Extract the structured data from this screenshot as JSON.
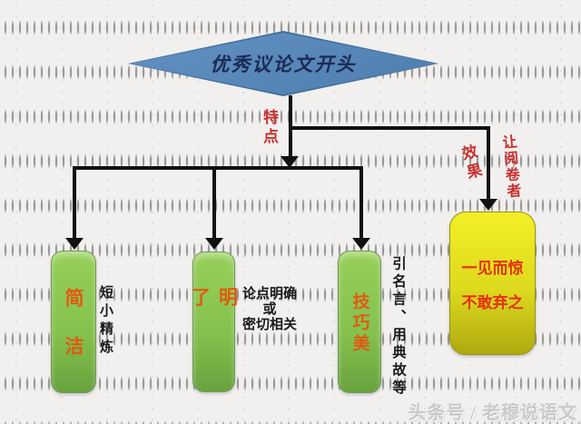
{
  "colors": {
    "background": "#f1f0ee",
    "grid_dot": "#9a9a9a",
    "line": "#111111",
    "diamond_fill_top": "#6391c3",
    "diamond_fill_bottom": "#4d7dae",
    "diamond_border": "#3e6f9e",
    "diamond_text": "#1b2b55",
    "green_top": "#97d05a",
    "green_bottom": "#68a23e",
    "green_border": "#75975a",
    "green_text": "#e05a10",
    "yellow_top": "#f3ef26",
    "yellow_bottom": "#aeaa10",
    "yellow_border": "#98940f",
    "yellow_text": "#e62e0a",
    "red_label": "#c83030",
    "note_text": "#1a1a1a"
  },
  "diagram": {
    "title": "优秀议论文开头",
    "branch_label": "特点",
    "effect_label": "效果",
    "reader_label": "让阅卷者",
    "result_line1": "一见而惊",
    "result_line2": "不敢弃之",
    "features": [
      {
        "label": "简洁",
        "note": "短小精炼"
      },
      {
        "label": "明了",
        "note_line1": "论点明确",
        "note_line2": "或",
        "note_line3": "密切相关"
      },
      {
        "label": "技巧美",
        "note": "引名言、用典故等"
      }
    ],
    "watermark": "头条号 / 老穆说语文"
  }
}
